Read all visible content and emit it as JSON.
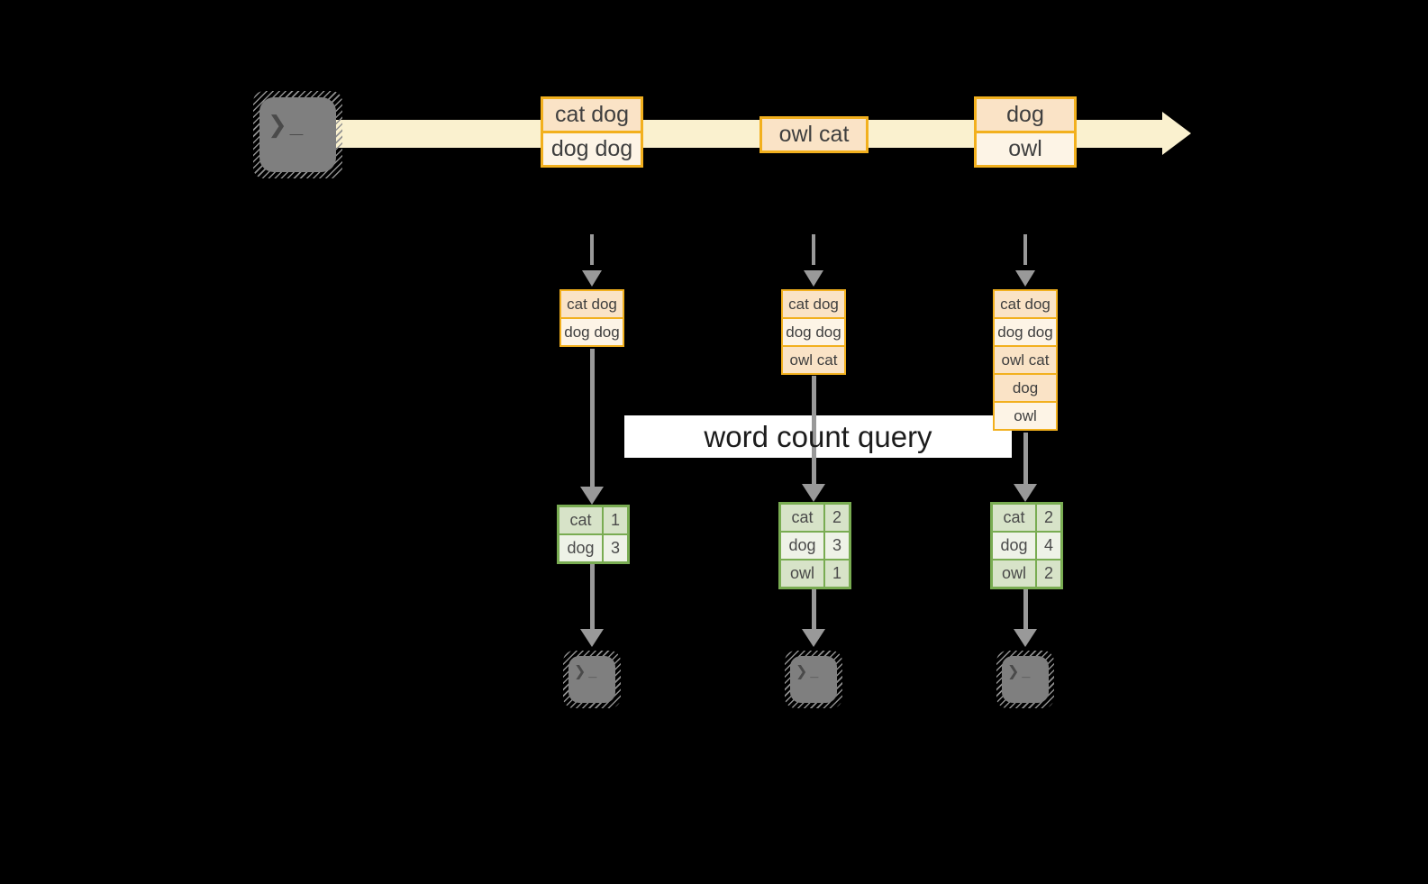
{
  "diagram": {
    "query_label": "word count query",
    "icons": {
      "terminal_prompt": "❯_"
    },
    "stream_batches": [
      {
        "lines": [
          "cat dog",
          "dog dog"
        ]
      },
      {
        "lines": [
          "owl cat"
        ]
      },
      {
        "lines": [
          "dog",
          "owl"
        ]
      }
    ],
    "columns": [
      {
        "state_lines": [
          "cat dog",
          "dog dog"
        ],
        "result_table": {
          "rows": [
            [
              "cat",
              "1"
            ],
            [
              "dog",
              "3"
            ]
          ]
        }
      },
      {
        "state_lines": [
          "cat dog",
          "dog dog",
          "owl cat"
        ],
        "result_table": {
          "rows": [
            [
              "cat",
              "2"
            ],
            [
              "dog",
              "3"
            ],
            [
              "owl",
              "1"
            ]
          ]
        }
      },
      {
        "state_lines": [
          "cat dog",
          "dog dog",
          "owl cat",
          "dog",
          "owl"
        ],
        "result_table": {
          "rows": [
            [
              "cat",
              "2"
            ],
            [
              "dog",
              "4"
            ],
            [
              "owl",
              "2"
            ]
          ]
        }
      }
    ],
    "colors": {
      "peach_fill": "#fae3c6",
      "cream_fill": "#fdf4e6",
      "orange_border": "#f2b01e",
      "stream_band": "#faf1cf",
      "green_border": "#79ac52",
      "green_cell_dark": "#d7e3c8",
      "green_cell_light": "#eef2e7",
      "arrow_gray": "#999999",
      "terminal_gray": "#7f7f7f"
    }
  }
}
